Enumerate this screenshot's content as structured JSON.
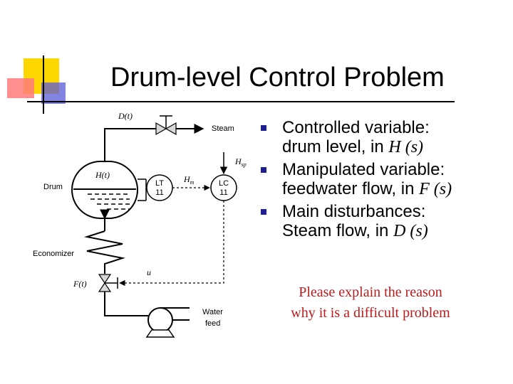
{
  "slide": {
    "title": "Drum-level Control Problem"
  },
  "diagram": {
    "steam_disturbance": "D(t)",
    "steam_label": "Steam",
    "setpoint": "Hsp",
    "level": "H(t)",
    "lt_line1": "LT",
    "lt_line2": "11",
    "lc_line1": "LC",
    "lc_line2": "11",
    "measurement": "Hm",
    "drum_label": "Drum",
    "economizer_label": "Economizer",
    "controller_output": "u",
    "feed_flow": "F(t)",
    "water_feed_line1": "Water",
    "water_feed_line2": "feed"
  },
  "bullets": [
    {
      "line1": "Controlled variable:",
      "line2_text": "drum level, in ",
      "line2_var": "H (s)"
    },
    {
      "line1": "Manipulated variable:",
      "line2_text": "feedwater flow, in ",
      "line2_var": "F (s)"
    },
    {
      "line1": "Main disturbances:",
      "line2_text": "Steam flow, in ",
      "line2_var": "D (s)"
    }
  ],
  "note": {
    "line1": "Please explain the reason",
    "line2": "why it is a difficult problem"
  },
  "colors": {
    "bullet": "#1f1f8f",
    "note": "#b81c1c",
    "deco_yellow": "#ffd700",
    "deco_red": "#ff6f6f",
    "deco_blue": "#5a5ad8"
  }
}
